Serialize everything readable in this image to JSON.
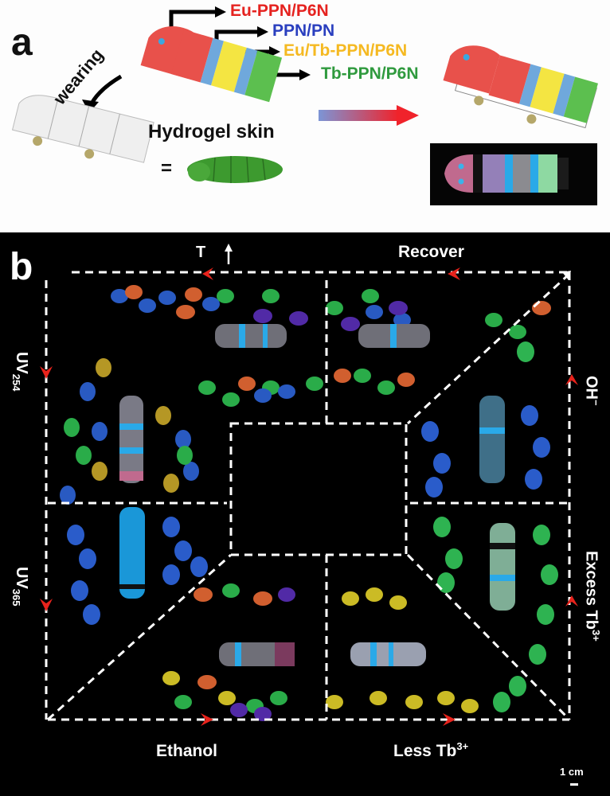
{
  "panel_a": {
    "letter": "a",
    "labels": [
      {
        "text": "Eu-PPN/P6N",
        "color": "#e52320"
      },
      {
        "text": "PPN/PN",
        "color": "#2a3fbf"
      },
      {
        "text": "Eu/Tb-PPN/P6N",
        "color": "#f5b921"
      },
      {
        "text": "Tb-PPN/P6N",
        "color": "#2f9a3e"
      }
    ],
    "wearing_label": "wearing",
    "hydrogel_label": "Hydrogel skin",
    "equals": "=",
    "segment_colors": [
      "#e8514b",
      "#e8514b",
      "#6fa8dc",
      "#f4e542",
      "#6fa8dc",
      "#5cbf4f"
    ]
  },
  "panel_b": {
    "letter": "b",
    "labels": {
      "top_left": "T",
      "top_right": "Recover",
      "left_top": "UV",
      "left_top_sub": "254",
      "left_bottom": "UV",
      "left_bottom_sub": "365",
      "right_top": "OH",
      "right_top_sup": "−",
      "right_bottom": "Excess Tb",
      "right_bottom_sup": "3+",
      "bottom_left": "Ethanol",
      "bottom_right": "Less Tb",
      "bottom_right_sup": "3+",
      "scale_bar": "1 cm"
    },
    "colors": {
      "arrow": "#e8231c",
      "dash": "#ffffff",
      "background": "#000000"
    }
  }
}
